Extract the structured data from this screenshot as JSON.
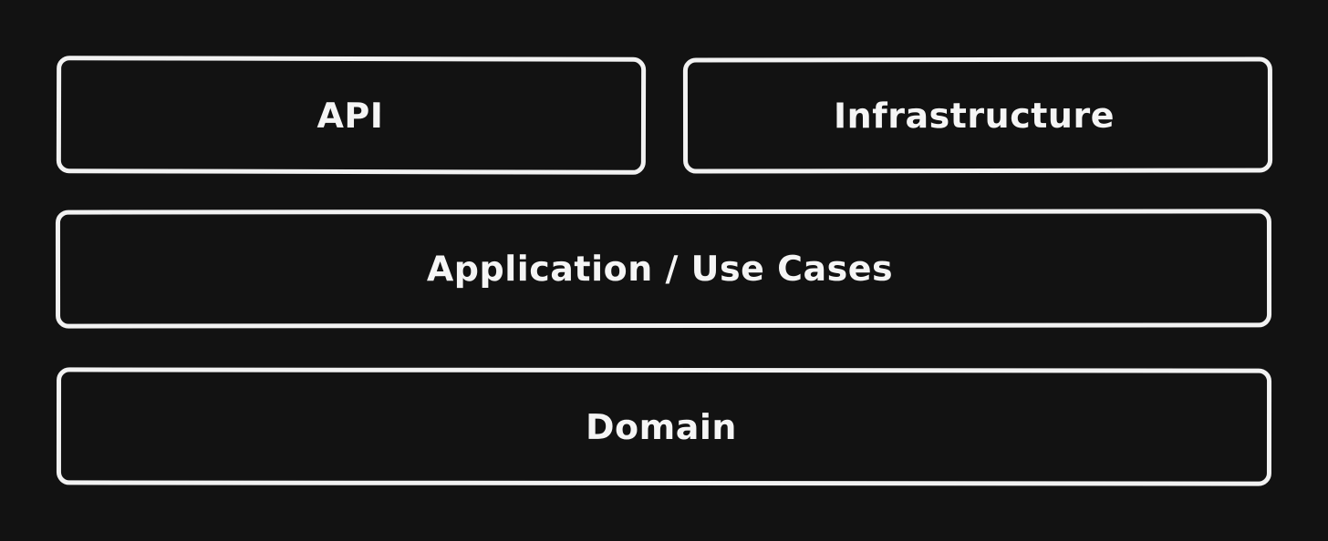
{
  "diagram": {
    "layers": [
      {
        "id": "api",
        "label": "API"
      },
      {
        "id": "infrastructure",
        "label": "Infrastructure"
      },
      {
        "id": "application",
        "label": "Application / Use Cases"
      },
      {
        "id": "domain",
        "label": "Domain"
      }
    ]
  },
  "colors": {
    "background": "#121212",
    "stroke": "#f2f2f2",
    "text": "#f5f5f5"
  }
}
